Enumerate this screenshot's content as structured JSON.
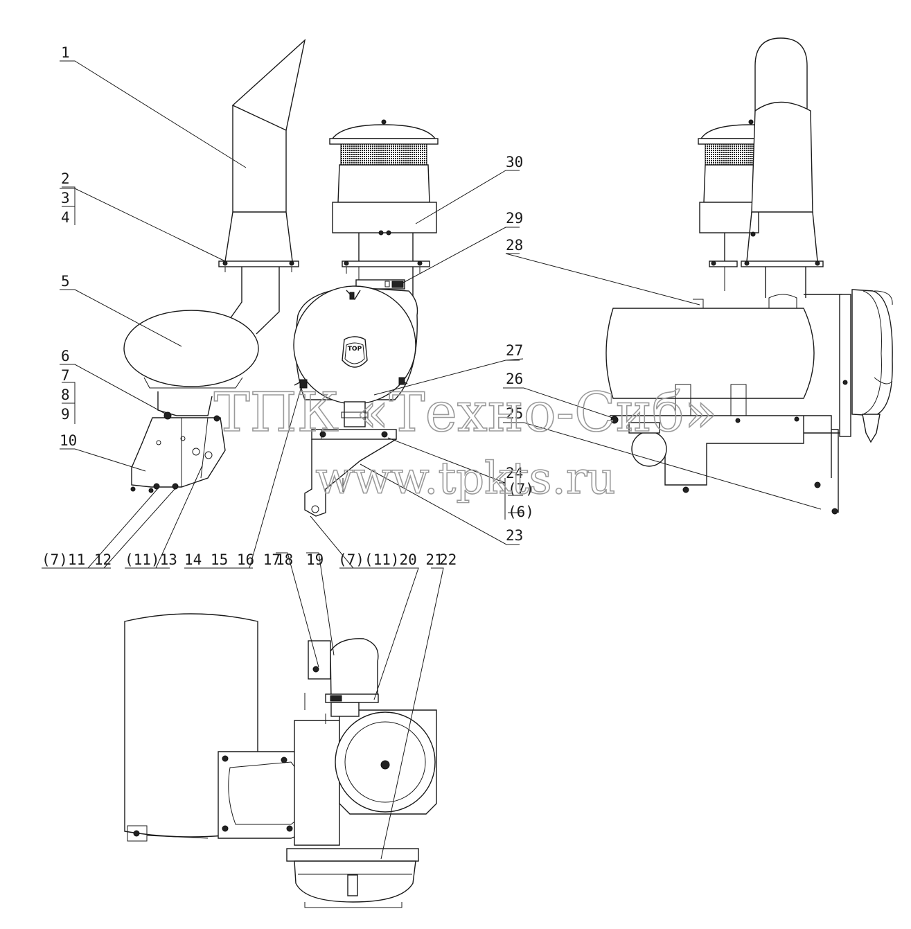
{
  "labels": {
    "l1": "1",
    "l2": "2",
    "l3": "3",
    "l4": "4",
    "l5": "5",
    "l6": "6",
    "l7": "7",
    "l8": "8",
    "l9": "9",
    "l10": "10",
    "g1": "(7)11 12",
    "g2": "(11)13",
    "g3": "14 15 16 17",
    "l18": "18",
    "l19": "19",
    "g4": "(7)(11)20 21",
    "l22": "22",
    "l23": "23",
    "l24": "24",
    "p7": "(7)",
    "p6": "(6)",
    "l25": "25",
    "l26": "26",
    "l27": "27",
    "l28": "28",
    "l29": "29",
    "l30": "30"
  },
  "top_mark": "TOP",
  "watermark": {
    "line1": "ТПК «Техно-Сиб»",
    "line2": "www.tpkts.ru"
  }
}
